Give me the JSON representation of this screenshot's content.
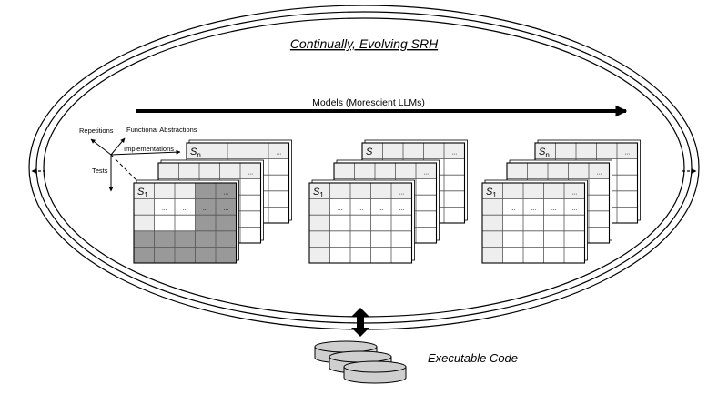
{
  "title": "Continually, Evolving SRH",
  "models_label": "Models (Morescient LLMs)",
  "axes": {
    "repetitions": "Repetitions",
    "functional_abstractions": "Functional Abstractions",
    "implementations": "Implementations",
    "tests": "Tests"
  },
  "stacks": [
    {
      "first_label": "S",
      "first_sub": "1",
      "last_label": "S",
      "last_sub": "n",
      "ellipsis": "...",
      "highlighted": true
    },
    {
      "first_label": "S",
      "first_sub": "1",
      "last_label": "S",
      "last_sub": "",
      "ellipsis": "...",
      "highlighted": false
    },
    {
      "first_label": "S",
      "first_sub": "1",
      "last_label": "S",
      "last_sub": "n",
      "ellipsis": "...",
      "highlighted": false
    }
  ],
  "code_label": "Executable Code",
  "colors": {
    "line": "#000000",
    "grid_line": "#555555",
    "row_fill": "#eeeeee",
    "highlight": "#999999",
    "disk_fill": "#cfcfcf"
  }
}
